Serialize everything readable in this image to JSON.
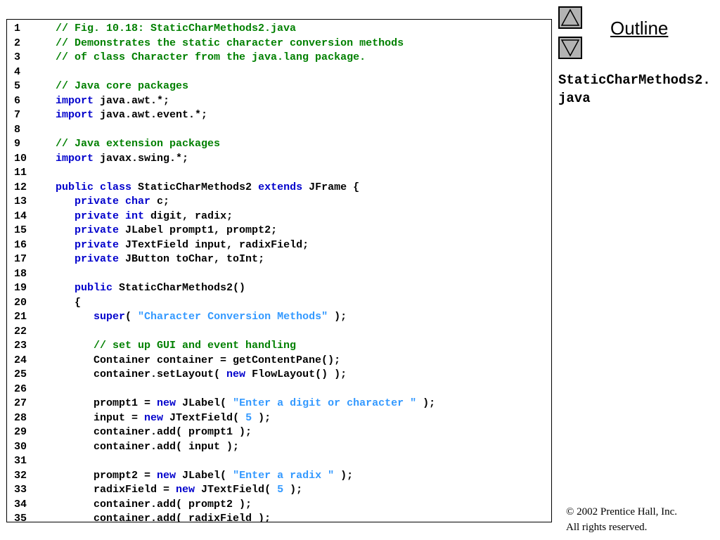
{
  "outline": {
    "label": "Outline"
  },
  "nav": {
    "up_icon": "triangle-up-icon",
    "down_icon": "triangle-down-icon"
  },
  "filename": "StaticCharMethods2.java",
  "footer": {
    "copyright": "© 2002 Prentice Hall, Inc.",
    "rights": "All rights reserved."
  },
  "colors": {
    "comment": "#008000",
    "keyword": "#0000cc",
    "string": "#3399ff",
    "nav_button": "#b3b3b3"
  },
  "code_lines": [
    {
      "n": "1",
      "parts": [
        {
          "t": "// Fig. 10.18: StaticCharMethods2.java",
          "k": "cmt"
        }
      ]
    },
    {
      "n": "2",
      "parts": [
        {
          "t": "// Demonstrates the static character conversion methods",
          "k": "cmt"
        }
      ]
    },
    {
      "n": "3",
      "parts": [
        {
          "t": "// of class Character from the java.lang package.",
          "k": "cmt"
        }
      ]
    },
    {
      "n": "4",
      "parts": []
    },
    {
      "n": "5",
      "parts": [
        {
          "t": "// Java core packages",
          "k": "cmt"
        }
      ]
    },
    {
      "n": "6",
      "parts": [
        {
          "t": "import",
          "k": "kw"
        },
        {
          "t": " java.awt.*;",
          "k": ""
        }
      ]
    },
    {
      "n": "7",
      "parts": [
        {
          "t": "import",
          "k": "kw"
        },
        {
          "t": " java.awt.event.*;",
          "k": ""
        }
      ]
    },
    {
      "n": "8",
      "parts": []
    },
    {
      "n": "9",
      "parts": [
        {
          "t": "// Java extension packages",
          "k": "cmt"
        }
      ]
    },
    {
      "n": "10",
      "parts": [
        {
          "t": "import",
          "k": "kw"
        },
        {
          "t": " javax.swing.*;",
          "k": ""
        }
      ]
    },
    {
      "n": "11",
      "parts": []
    },
    {
      "n": "12",
      "parts": [
        {
          "t": "public class",
          "k": "kw"
        },
        {
          "t": " StaticCharMethods2 ",
          "k": ""
        },
        {
          "t": "extends",
          "k": "kw"
        },
        {
          "t": " JFrame {",
          "k": ""
        }
      ]
    },
    {
      "n": "13",
      "parts": [
        {
          "t": "   ",
          "k": ""
        },
        {
          "t": "private char",
          "k": "kw"
        },
        {
          "t": " c;",
          "k": ""
        }
      ]
    },
    {
      "n": "14",
      "parts": [
        {
          "t": "   ",
          "k": ""
        },
        {
          "t": "private int",
          "k": "kw"
        },
        {
          "t": " digit, radix;",
          "k": ""
        }
      ]
    },
    {
      "n": "15",
      "parts": [
        {
          "t": "   ",
          "k": ""
        },
        {
          "t": "private",
          "k": "kw"
        },
        {
          "t": " JLabel prompt1, prompt2;",
          "k": ""
        }
      ]
    },
    {
      "n": "16",
      "parts": [
        {
          "t": "   ",
          "k": ""
        },
        {
          "t": "private",
          "k": "kw"
        },
        {
          "t": " JTextField input, radixField;",
          "k": ""
        }
      ]
    },
    {
      "n": "17",
      "parts": [
        {
          "t": "   ",
          "k": ""
        },
        {
          "t": "private",
          "k": "kw"
        },
        {
          "t": " JButton toChar, toInt;",
          "k": ""
        }
      ]
    },
    {
      "n": "18",
      "parts": []
    },
    {
      "n": "19",
      "parts": [
        {
          "t": "   ",
          "k": ""
        },
        {
          "t": "public",
          "k": "kw"
        },
        {
          "t": " StaticCharMethods2()",
          "k": ""
        }
      ]
    },
    {
      "n": "20",
      "parts": [
        {
          "t": "   {",
          "k": ""
        }
      ]
    },
    {
      "n": "21",
      "parts": [
        {
          "t": "      ",
          "k": ""
        },
        {
          "t": "super",
          "k": "kw"
        },
        {
          "t": "( ",
          "k": ""
        },
        {
          "t": "\"Character Conversion Methods\"",
          "k": "str"
        },
        {
          "t": " );",
          "k": ""
        }
      ]
    },
    {
      "n": "22",
      "parts": []
    },
    {
      "n": "23",
      "parts": [
        {
          "t": "      ",
          "k": ""
        },
        {
          "t": "// set up GUI and event handling",
          "k": "cmt"
        }
      ]
    },
    {
      "n": "24",
      "parts": [
        {
          "t": "      Container container = getContentPane();",
          "k": ""
        }
      ]
    },
    {
      "n": "25",
      "parts": [
        {
          "t": "      container.setLayout( ",
          "k": ""
        },
        {
          "t": "new",
          "k": "kw"
        },
        {
          "t": " FlowLayout() );",
          "k": ""
        }
      ]
    },
    {
      "n": "26",
      "parts": []
    },
    {
      "n": "27",
      "parts": [
        {
          "t": "      prompt1 = ",
          "k": ""
        },
        {
          "t": "new",
          "k": "kw"
        },
        {
          "t": " JLabel( ",
          "k": ""
        },
        {
          "t": "\"Enter a digit or character \"",
          "k": "str"
        },
        {
          "t": " );",
          "k": ""
        }
      ]
    },
    {
      "n": "28",
      "parts": [
        {
          "t": "      input = ",
          "k": ""
        },
        {
          "t": "new",
          "k": "kw"
        },
        {
          "t": " JTextField( ",
          "k": ""
        },
        {
          "t": "5",
          "k": "str"
        },
        {
          "t": " );",
          "k": ""
        }
      ]
    },
    {
      "n": "29",
      "parts": [
        {
          "t": "      container.add( prompt1 );",
          "k": ""
        }
      ]
    },
    {
      "n": "30",
      "parts": [
        {
          "t": "      container.add( input );",
          "k": ""
        }
      ]
    },
    {
      "n": "31",
      "parts": []
    },
    {
      "n": "32",
      "parts": [
        {
          "t": "      prompt2 = ",
          "k": ""
        },
        {
          "t": "new",
          "k": "kw"
        },
        {
          "t": " JLabel( ",
          "k": ""
        },
        {
          "t": "\"Enter a radix \"",
          "k": "str"
        },
        {
          "t": " );",
          "k": ""
        }
      ]
    },
    {
      "n": "33",
      "parts": [
        {
          "t": "      radixField = ",
          "k": ""
        },
        {
          "t": "new",
          "k": "kw"
        },
        {
          "t": " JTextField( ",
          "k": ""
        },
        {
          "t": "5",
          "k": "str"
        },
        {
          "t": " );",
          "k": ""
        }
      ]
    },
    {
      "n": "34",
      "parts": [
        {
          "t": "      container.add( prompt2 );",
          "k": ""
        }
      ]
    },
    {
      "n": "35",
      "parts": [
        {
          "t": "      container.add( radixField );",
          "k": ""
        }
      ]
    }
  ]
}
